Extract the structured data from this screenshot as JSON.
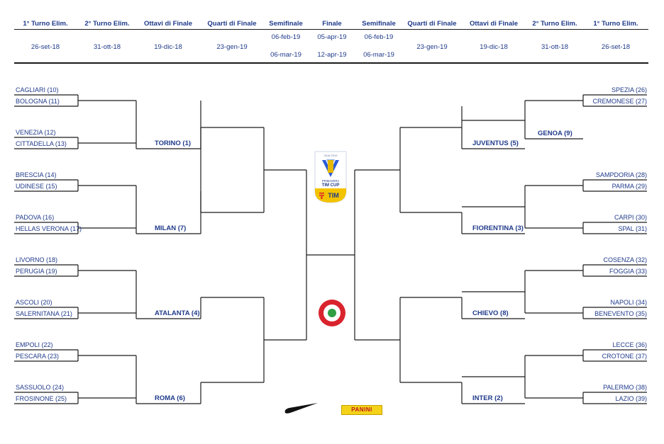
{
  "header": {
    "columns": [
      {
        "title": "1° Turno Elim.",
        "dates": [
          "26-set-18"
        ]
      },
      {
        "title": "2° Turno Elim.",
        "dates": [
          "31-ott-18"
        ]
      },
      {
        "title": "Ottavi di Finale",
        "dates": [
          "19-dic-18"
        ]
      },
      {
        "title": "Quarti di Finale",
        "dates": [
          "23-gen-19"
        ]
      },
      {
        "title": "Semifinale",
        "dates": [
          "06-feb-19",
          "06-mar-19"
        ]
      },
      {
        "title": "Finale",
        "dates": [
          "05-apr-19",
          "12-apr-19"
        ]
      },
      {
        "title": "Semifinale",
        "dates": [
          "06-feb-19",
          "06-mar-19"
        ]
      },
      {
        "title": "Quarti di Finale",
        "dates": [
          "23-gen-19"
        ]
      },
      {
        "title": "Ottavi di Finale",
        "dates": [
          "19-dic-18"
        ]
      },
      {
        "title": "2° Turno Elim.",
        "dates": [
          "31-ott-18"
        ]
      },
      {
        "title": "1° Turno Elim.",
        "dates": [
          "26-set-18"
        ]
      }
    ]
  },
  "left_teams": [
    "CAGLIARI (10)",
    "BOLOGNA (11)",
    "VENEZIA (12)",
    "CITTADELLA (13)",
    "BRESCIA (14)",
    "UDINESE (15)",
    "PADOVA (16)",
    "HELLAS VERONA (17)",
    "LIVORNO (18)",
    "PERUGIA (19)",
    "ASCOLI (20)",
    "SALERNITANA (21)",
    "EMPOLI (22)",
    "PESCARA (23)",
    "SASSUOLO (24)",
    "FROSINONE (25)"
  ],
  "left_seeds": [
    "TORINO (1)",
    "MILAN (7)",
    "ATALANTA (4)",
    "ROMA (6)"
  ],
  "right_teams": [
    "SPEZIA (26)",
    "CREMONESE (27)",
    "SAMPDORIA (28)",
    "PARMA (29)",
    "CARPI (30)",
    "SPAL (31)",
    "COSENZA (32)",
    "FOGGIA (33)",
    "NAPOLI (34)",
    "BENEVENTO (35)",
    "LECCE (36)",
    "CROTONE (37)",
    "PALERMO (38)",
    "LAZIO (39)"
  ],
  "right_seeds": [
    "GENOA (9)",
    "JUVENTUS (5)",
    "FIORENTINA (3)",
    "CHIEVO (8)",
    "INTER (2)"
  ],
  "logos": {
    "cup_logo": {
      "top": "2018 2019",
      "line1": "PRIMAVERA",
      "line2": "TIM CUP",
      "brand": "TIM"
    },
    "sponsor2": "PANINI"
  },
  "colors": {
    "text": "#1f3a8a",
    "line": "#1a1a1a",
    "tim_yellow": "#f4c300",
    "coccarda_red": "#d9232d",
    "coccarda_green": "#2f9e44"
  }
}
